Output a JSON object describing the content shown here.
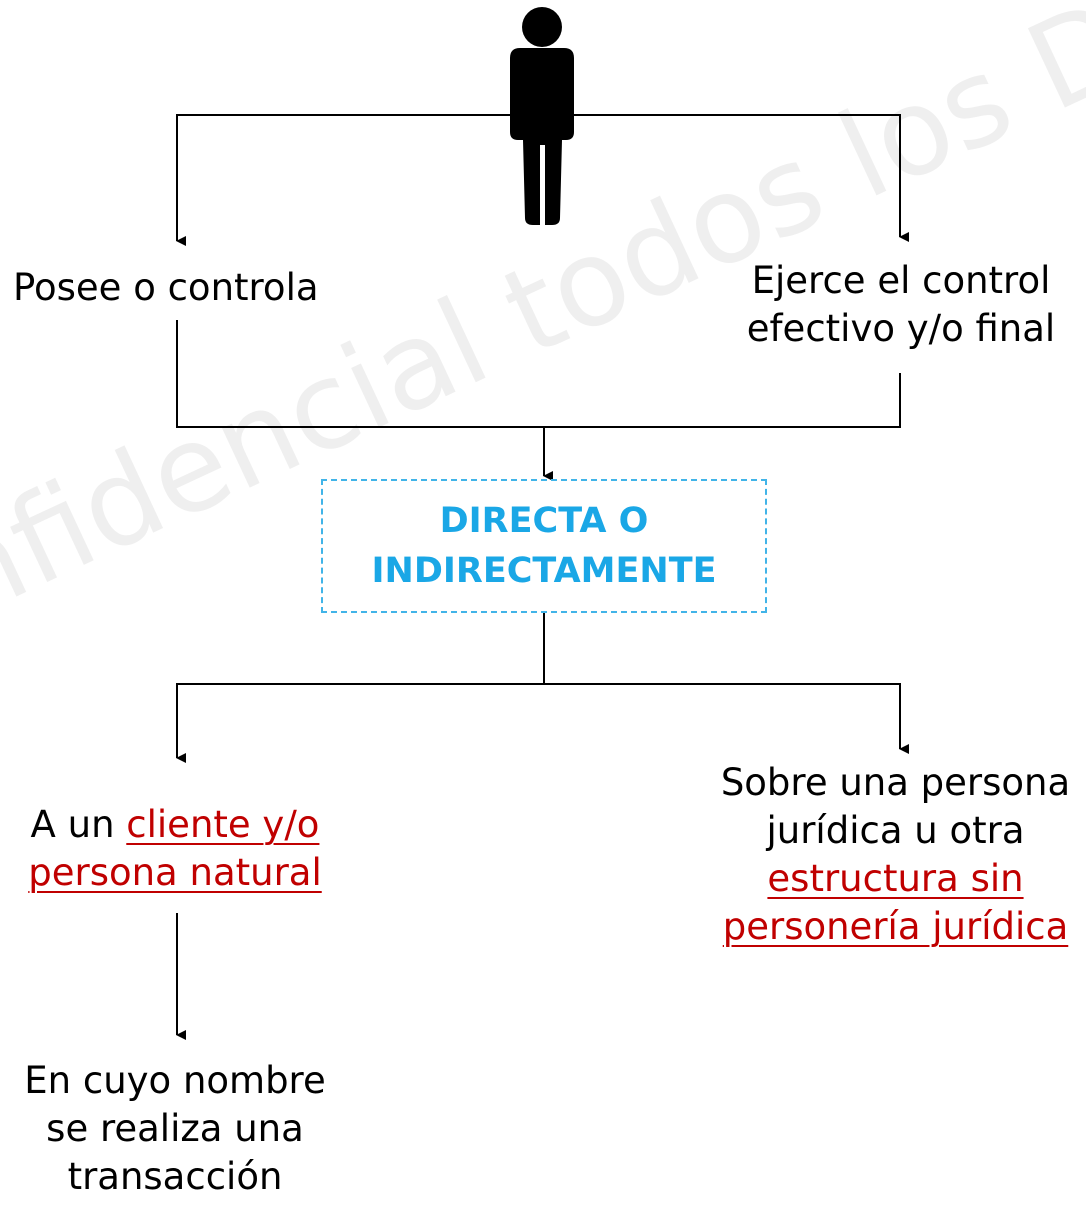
{
  "colors": {
    "line": "#000000",
    "link": "#c00000",
    "box_border": "#41b4e8",
    "box_text": "#1aa7e6"
  },
  "icons": {
    "person": "person-silhouette-icon"
  },
  "nodes": {
    "left_top": "Posee o controla",
    "right_top": [
      "Ejerce el control",
      "efectivo y/o final"
    ],
    "center": [
      "DIRECTA O",
      "INDIRECTAMENTE"
    ],
    "left_mid": {
      "prefix": "A un ",
      "link_line1": "cliente y/o",
      "link_line2": "persona natural"
    },
    "right_mid": {
      "line1": "Sobre una persona",
      "line2": "jurídica u otra",
      "link_line1": "estructura sin",
      "link_line2": "personería jurídica"
    },
    "bottom": [
      "En cuyo nombre",
      "se realiza una",
      "transacción"
    ]
  },
  "watermark": "nfidencial todos los Derech"
}
